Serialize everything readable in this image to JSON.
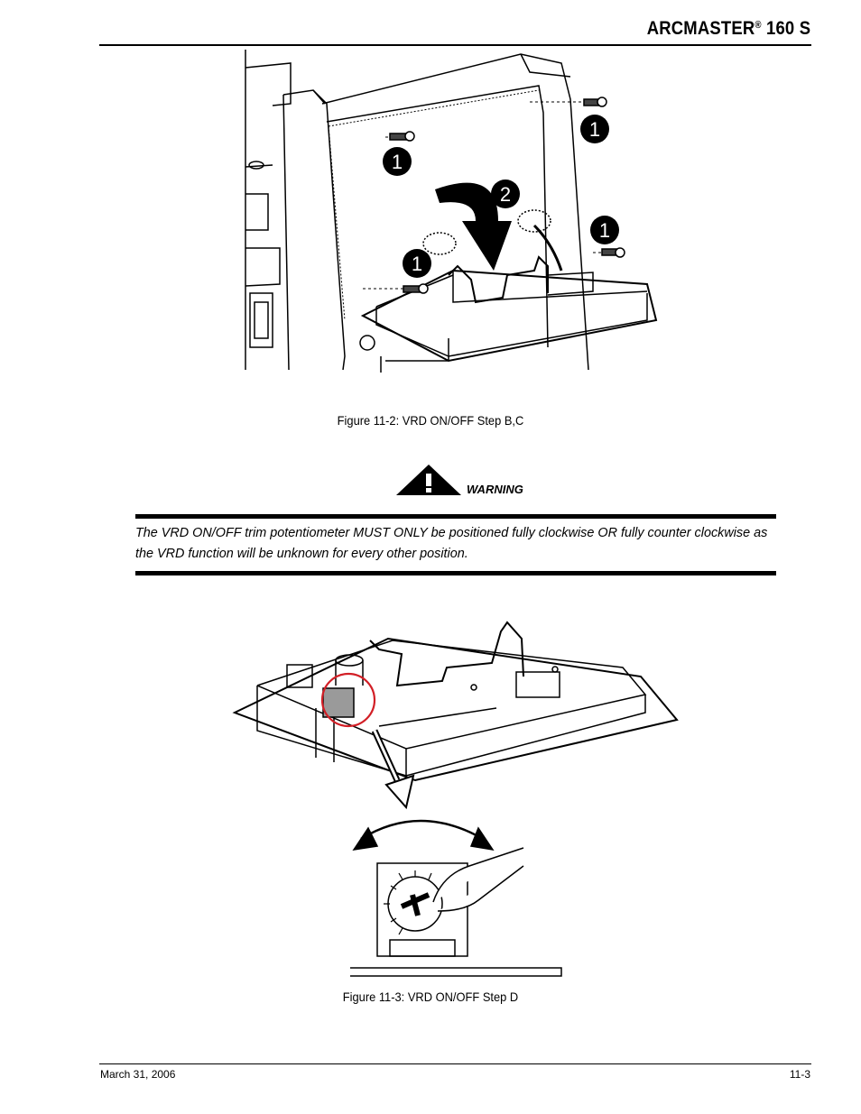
{
  "header": {
    "title": "ARCMASTER",
    "reg": "®",
    "model": " 160 S"
  },
  "figure1": {
    "caption": "Figure 11-2: VRD ON/OFF Step B,C",
    "callouts": [
      "1",
      "1",
      "1",
      "1",
      "2"
    ]
  },
  "warning": {
    "label": "WARNING",
    "text": "The VRD ON/OFF trim potentiometer MUST ONLY be positioned fully clockwise OR fully counter clockwise as the VRD function will be unknown for every other position.",
    "icon": "warning-triangle-icon"
  },
  "figure2": {
    "caption": "Figure 11-3: VRD ON/OFF Step D",
    "highlight_color": "#d21f26"
  },
  "footer": {
    "date": "March 31, 2006",
    "page": "11-3"
  }
}
